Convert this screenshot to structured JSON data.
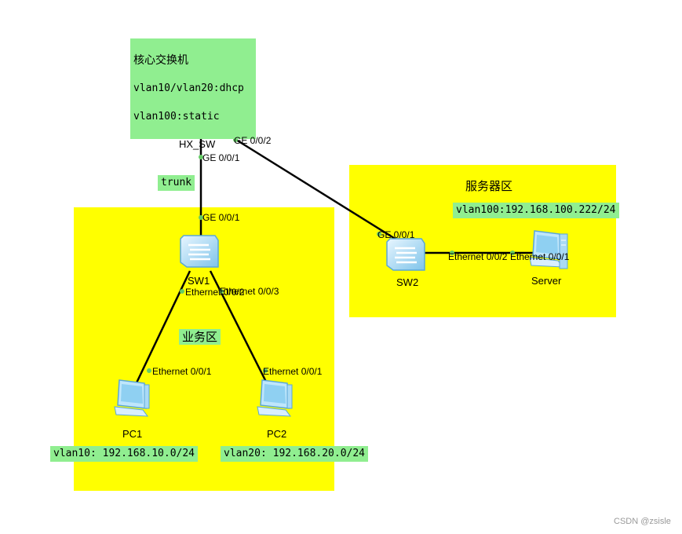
{
  "zones": {
    "business": {
      "title": "业务区"
    },
    "server": {
      "title": "服务器区"
    }
  },
  "core": {
    "title": "核心交换机",
    "line1": "vlan10/vlan20:dhcp",
    "line2": "vlan100:static"
  },
  "devices": {
    "hx_sw": "HX_SW",
    "sw1": "SW1",
    "sw2": "SW2",
    "pc1": "PC1",
    "pc2": "PC2",
    "server": "Server"
  },
  "ports": {
    "hx_ge001": "GE 0/0/1",
    "hx_ge002": "GE 0/0/2",
    "sw1_ge001": "GE 0/0/1",
    "sw1_e002": "Ethernet 0/0/2",
    "sw1_e003": "Ethernet 0/0/3",
    "pc1_e001": "Ethernet 0/0/1",
    "pc2_e001": "Ethernet 0/0/1",
    "sw2_ge001": "GE 0/0/1",
    "sw2_e002": "Ethernet 0/0/2",
    "server_e001": "Ethernet 0/0/1"
  },
  "labels": {
    "trunk": "trunk",
    "vlan10": "vlan10: 192.168.10.0/24",
    "vlan20": "vlan20: 192.168.20.0/24",
    "vlan100": "vlan100:192.168.100.222/24"
  },
  "watermark": "CSDN @zsisle",
  "colors": {
    "zone": "#ffff00",
    "label_bg": "#90ee90",
    "port_dot": "#66cc66",
    "link": "#000000"
  }
}
